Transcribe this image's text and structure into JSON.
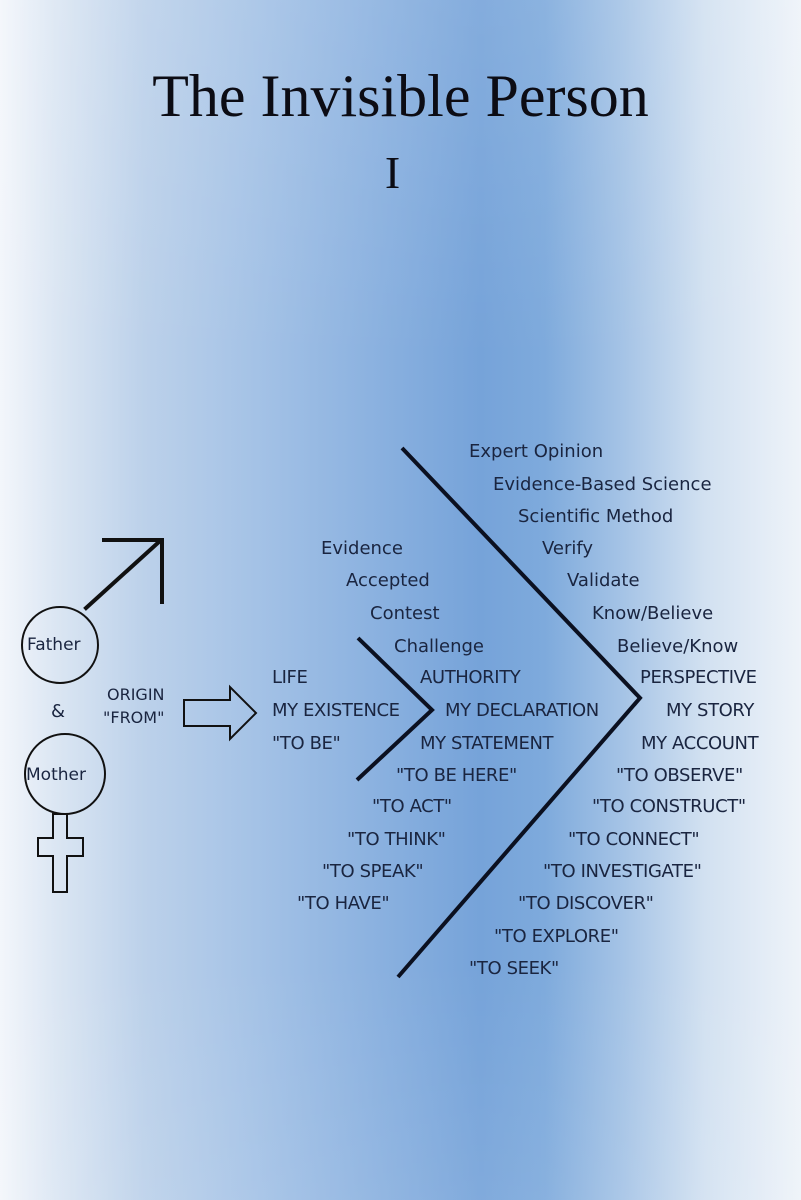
{
  "cover": {
    "title": "The Invisible Person",
    "volume": "I",
    "parents": {
      "father": "Father",
      "and": "&",
      "mother": "Mother"
    },
    "origin": {
      "line1": "ORIGIN",
      "line2": "\"FROM\""
    },
    "inner_left": [
      "LIFE",
      "MY EXISTENCE",
      "\"TO BE\""
    ],
    "inner_top": [
      "Evidence",
      "Accepted",
      "Contest",
      "Challenge"
    ],
    "inner_middle": [
      "AUTHORITY",
      "MY DECLARATION",
      "MY STATEMENT"
    ],
    "inner_bottom": [
      "\"TO BE HERE\"",
      "\"TO ACT\"",
      "\"TO THINK\"",
      "\"TO SPEAK\"",
      "\"TO HAVE\""
    ],
    "outer_top": [
      "Expert Opinion",
      "Evidence-Based Science",
      "Scientific Method",
      "Verify",
      "Validate",
      "Know/Believe",
      "Believe/Know"
    ],
    "outer_middle": [
      "PERSPECTIVE",
      "MY STORY",
      "MY ACCOUNT"
    ],
    "outer_bottom": [
      "\"TO OBSERVE\"",
      "\"TO CONSTRUCT\"",
      "\"TO CONNECT\"",
      "\"TO INVESTIGATE\"",
      "\"TO DISCOVER\"",
      "\"TO EXPLORE\"",
      "\"TO SEEK\""
    ]
  }
}
